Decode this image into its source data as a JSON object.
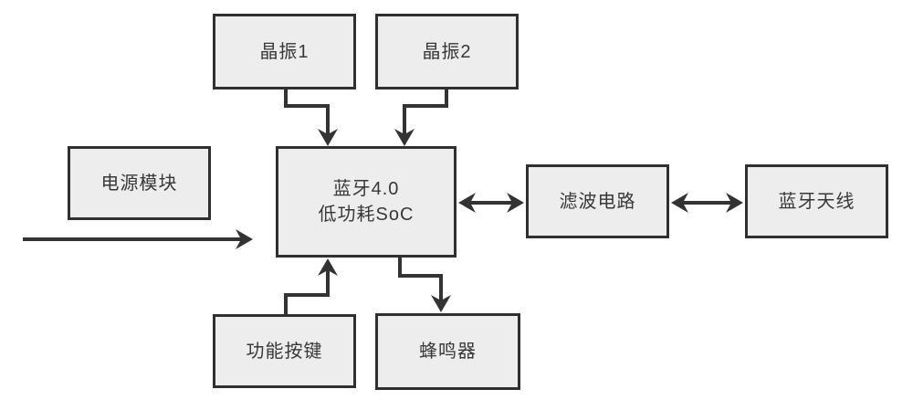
{
  "diagram": {
    "description": "Bluetooth 4.0 low-power SoC system block diagram",
    "colors": {
      "background": "#ffffff",
      "box_fill": "#ededed",
      "box_border": "#303030",
      "line": "#333333",
      "text": "#383838"
    },
    "nodes": {
      "crystal1": {
        "label": "晶振1"
      },
      "crystal2": {
        "label": "晶振2"
      },
      "power": {
        "label": "电源模块"
      },
      "soc": {
        "line1": "蓝牙4.0",
        "line2": "低功耗SoC"
      },
      "filter": {
        "label": "滤波电路"
      },
      "antenna": {
        "label": "蓝牙天线"
      },
      "button": {
        "label": "功能按键"
      },
      "buzzer": {
        "label": "蜂鸣器"
      }
    },
    "edges": [
      {
        "from": "crystal1",
        "to": "soc",
        "type": "arrow",
        "direction": "down"
      },
      {
        "from": "crystal2",
        "to": "soc",
        "type": "arrow",
        "direction": "down"
      },
      {
        "from": "power-rail",
        "to": "soc",
        "type": "arrow",
        "direction": "right"
      },
      {
        "from": "soc",
        "to": "filter",
        "type": "double-arrow",
        "direction": "horizontal"
      },
      {
        "from": "filter",
        "to": "antenna",
        "type": "double-arrow",
        "direction": "horizontal"
      },
      {
        "from": "button",
        "to": "soc",
        "type": "arrow",
        "direction": "up"
      },
      {
        "from": "soc",
        "to": "buzzer",
        "type": "arrow",
        "direction": "down"
      }
    ]
  }
}
